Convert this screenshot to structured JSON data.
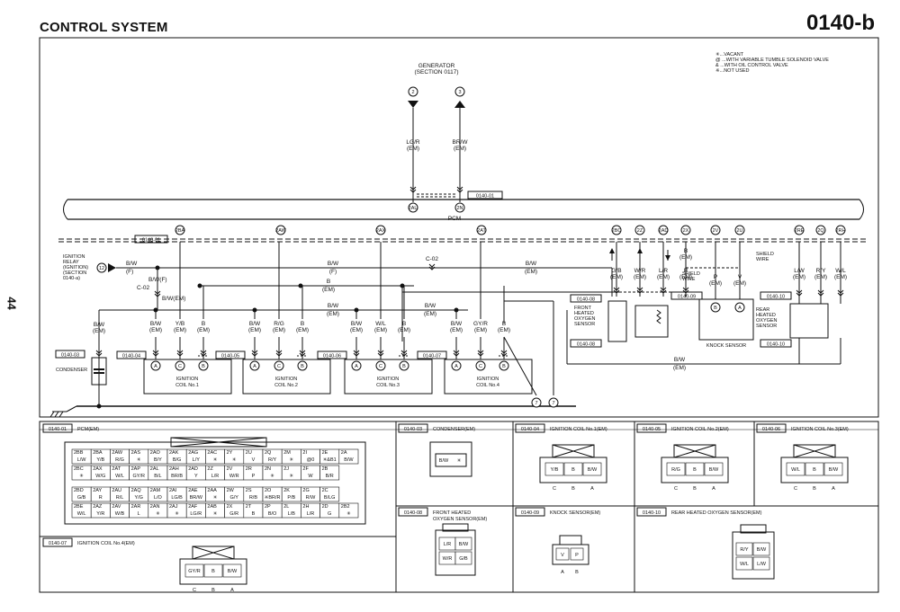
{
  "header": {
    "section": "CONTROL SYSTEM",
    "code": "0140-b",
    "page": "44"
  },
  "legend": [
    "✳...VACANT",
    "@ ...WITH VARIABLE TUMBLE SOLENOID VALVE",
    "& ...WITH OIL CONTROL VALVE",
    "※...NOT USED"
  ],
  "generator": {
    "name": "GENERATOR",
    "section": "(SECTION 0117)",
    "pins": [
      "2",
      "3"
    ],
    "wires": [
      {
        "color": "LG/R",
        "harness": "(EM)"
      },
      {
        "color": "BR/W",
        "harness": "(EM)"
      }
    ],
    "pcm_pins": [
      "2AU",
      "2N"
    ]
  },
  "pcm": {
    "label": "PCM",
    "code": "0140-01",
    "pins": [
      "2BA",
      "2AW",
      "2AX",
      "2AT",
      "2BC",
      "2Z",
      "2AD",
      "2X",
      "2V",
      "2U",
      "2RE",
      "2Q",
      "2RH"
    ]
  },
  "relay": {
    "lines": [
      "IGNITION",
      "RELAY",
      "(IGNITION)",
      "(SECTION",
      "0140-a)"
    ],
    "pin": "12",
    "wire": "B/W",
    "harness": "(F)",
    "wire2": "B/W(F)",
    "joint": "C-02",
    "wire3": "B/W(EM)"
  },
  "wire_labels": {
    "bw": "B/W",
    "f": "(F)",
    "em": "(EM)",
    "b": "B",
    "c02": "C-02",
    "shield": "SHIELD",
    "shield2": "WIRE"
  },
  "condenser": {
    "code": "0140-03",
    "label": "CONDENSER",
    "wire": "B/W",
    "harness": "(EM)"
  },
  "coils": [
    {
      "code": "0140-04",
      "name": "IGNITION",
      "name2": "COIL No.1",
      "wires": [
        "B/W",
        "Y/B",
        "B"
      ],
      "pins": [
        "A",
        "C",
        "B"
      ]
    },
    {
      "code": "0140-05",
      "name": "IGNITION",
      "name2": "COIL No.2",
      "wires": [
        "B/W",
        "R/G",
        "B"
      ],
      "pins": [
        "A",
        "C",
        "B"
      ]
    },
    {
      "code": "0140-06",
      "name": "IGNITION",
      "name2": "COIL No.3",
      "wires": [
        "B/W",
        "W/L",
        "B"
      ],
      "pins": [
        "A",
        "C",
        "B"
      ]
    },
    {
      "code": "0140-07",
      "name": "IGNITION",
      "name2": "COIL No.4",
      "wires": [
        "B/W",
        "GY/R",
        "B"
      ],
      "pins": [
        "A",
        "C",
        "B"
      ]
    }
  ],
  "front_o2": {
    "code": "0140-08",
    "lines": [
      "FRONT",
      "HEATED",
      "OXYGEN",
      "SENSOR"
    ],
    "wires": [
      "G/B",
      "W/R",
      "L/R",
      "B"
    ]
  },
  "knock": {
    "code": "0140-09",
    "label": "KNOCK SENSOR",
    "wires": [
      "P",
      "V"
    ],
    "pins": [
      "B",
      "A"
    ]
  },
  "rear_o2": {
    "code": "0140-10",
    "lines": [
      "REAR",
      "HEATED",
      "OXYGEN",
      "SENSOR"
    ],
    "wires": [
      "L/W",
      "R/Y",
      "W/L"
    ]
  },
  "bottom_bw": {
    "wire": "B/W",
    "harness": "(EM)",
    "node": "7"
  },
  "connectors": {
    "pcm": {
      "code": "0140-01",
      "title": "PCM(EM)",
      "row1": [
        [
          "2BB",
          "L/W"
        ],
        [
          "2BA",
          "Y/B"
        ],
        [
          "2AW",
          "R/G"
        ],
        [
          "2AS",
          "✳"
        ],
        [
          "2AO",
          "B/Y"
        ],
        [
          "2AK",
          "B/G"
        ],
        [
          "2AG",
          "L/Y"
        ],
        [
          "2AC",
          "✳"
        ],
        [
          "2Y",
          "✳"
        ],
        [
          "2U",
          "V"
        ],
        [
          "2Q",
          "R/Y"
        ],
        [
          "2M",
          "✳"
        ],
        [
          "2I",
          "@0"
        ],
        [
          "2E",
          "✳&B1"
        ],
        [
          "2A",
          "B/W"
        ]
      ],
      "row2": [
        [
          "2BC",
          "✳"
        ],
        [
          "2AX",
          "W/G"
        ],
        [
          "2AT",
          "W/L"
        ],
        [
          "2AP",
          "GY/R"
        ],
        [
          "2AL",
          "B/L"
        ],
        [
          "2AH",
          "BR/B"
        ],
        [
          "2AD",
          "Y"
        ],
        [
          "2Z",
          "L/R"
        ],
        [
          "2V",
          "W/R"
        ],
        [
          "2R",
          "P"
        ],
        [
          "2N",
          "✳"
        ],
        [
          "2J",
          "✳"
        ],
        [
          "2F",
          "W"
        ],
        [
          "2B",
          "B/R"
        ]
      ],
      "row3": [
        [
          "2BD",
          "G/B"
        ],
        [
          "2AY",
          "R"
        ],
        [
          "2AU",
          "R/L"
        ],
        [
          "2AQ",
          "Y/G"
        ],
        [
          "2AM",
          "L/O"
        ],
        [
          "2AI",
          "LG/B"
        ],
        [
          "2AE",
          "BR/W"
        ],
        [
          "2AA",
          "✳"
        ],
        [
          "2W",
          "G/Y"
        ],
        [
          "2S",
          "R/B"
        ],
        [
          "2O",
          "※BR/R"
        ],
        [
          "2K",
          "P/B"
        ],
        [
          "2G",
          "R/W"
        ],
        [
          "2C",
          "B/LG"
        ]
      ],
      "row4": [
        [
          "2BE",
          "W/L"
        ],
        [
          "2AZ",
          "Y/R"
        ],
        [
          "2AV",
          "W/B"
        ],
        [
          "2AR",
          "L"
        ],
        [
          "2AN",
          "✳"
        ],
        [
          "2AJ",
          "✳"
        ],
        [
          "2AF",
          "LG/R"
        ],
        [
          "2AB",
          "✳"
        ],
        [
          "2X",
          "G/R"
        ],
        [
          "2T",
          "B"
        ],
        [
          "2P",
          "B/O"
        ],
        [
          "2L",
          "L/B"
        ],
        [
          "2H",
          "L/R"
        ],
        [
          "2D",
          "G"
        ],
        [
          "2B2",
          "✳"
        ]
      ]
    },
    "condenser": {
      "code": "0140-03",
      "title": "CONDENSER(EM)",
      "cells": [
        "B/W",
        "✳"
      ]
    },
    "coil1": {
      "code": "0140-04",
      "title": "IGNITION COIL No.1(EM)",
      "cells": [
        "Y/B",
        "B",
        "B/W"
      ],
      "pins": [
        "C",
        "B",
        "A"
      ]
    },
    "coil2": {
      "code": "0140-05",
      "title": "IGNITION COIL No.2(EM)",
      "cells": [
        "R/G",
        "B",
        "B/W"
      ],
      "pins": [
        "C",
        "B",
        "A"
      ]
    },
    "coil3": {
      "code": "0140-06",
      "title": "IGNITION COIL No.3(EM)",
      "cells": [
        "W/L",
        "B",
        "B/W"
      ],
      "pins": [
        "C",
        "B",
        "A"
      ]
    },
    "coil4": {
      "code": "0140-07",
      "title": "IGNITION COIL No.4(EM)",
      "cells": [
        "GY/R",
        "B",
        "B/W"
      ],
      "pins": [
        "C",
        "B",
        "A"
      ]
    },
    "fo2": {
      "code": "0140-08",
      "title": "FRONT HEATED",
      "title2": "OXYGEN SENSOR(EM)",
      "cells": [
        "L/R",
        "B/W",
        "W/R",
        "G/B"
      ]
    },
    "knock": {
      "code": "0140-09",
      "title": "KNOCK SENSOR(EM)",
      "cells": [
        "V",
        "P"
      ],
      "pins": [
        "A",
        "B"
      ]
    },
    "ro2": {
      "code": "0140-10",
      "title": "REAR HEATED OXYGEN SENSOR(EM)",
      "cells": [
        "R/Y",
        "B/W",
        "W/L",
        "L/W"
      ]
    }
  }
}
